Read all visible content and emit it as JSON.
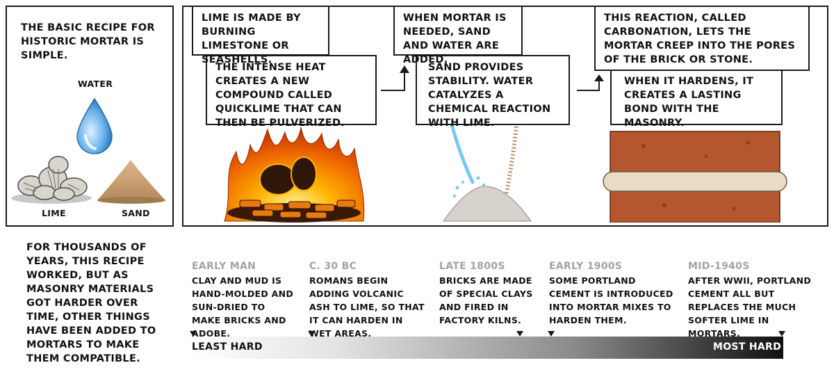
{
  "left_panel": {
    "intro": "THE BASIC RECIPE FOR HISTORIC MORTAR IS SIMPLE.",
    "labels": {
      "water": "WATER",
      "lime": "LIME",
      "sand": "SAND"
    }
  },
  "steps": [
    {
      "top": "LIME IS MADE BY BURNING LIMESTONE OR SEASHELLS.",
      "bottom": "THE INTENSE HEAT CREATES A NEW COMPOUND CALLED QUICKLIME THAT CAN THEN BE PULVERIZED."
    },
    {
      "top": "WHEN MORTAR IS NEEDED, SAND AND WATER ARE ADDED.",
      "bottom": "SAND PROVIDES STABILITY. WATER CATALYZES A CHEMICAL REACTION WITH LIME."
    },
    {
      "top": "THIS REACTION, CALLED CARBONATION, LETS THE MORTAR CREEP INTO THE PORES OF THE BRICK OR STONE.",
      "bottom": "WHEN IT HARDENS, IT CREATES A LASTING BOND WITH THE MASONRY."
    }
  ],
  "footnote": "FOR THOUSANDS OF YEARS, THIS RECIPE WORKED, BUT AS MASONRY MATERIALS GOT HARDER OVER TIME, OTHER THINGS HAVE BEEN ADDED TO MORTARS TO MAKE THEM COMPATIBLE.",
  "timeline": [
    {
      "era": "EARLY MAN",
      "text": "CLAY AND MUD IS HAND-MOLDED AND SUN-DRIED TO MAKE BRICKS AND ADOBE."
    },
    {
      "era": "C. 30 BC",
      "text": "ROMANS BEGIN ADDING VOLCANIC ASH TO LIME, SO THAT IT CAN HARDEN IN WET AREAS."
    },
    {
      "era": "LATE 1800S",
      "text": "BRICKS ARE MADE OF SPECIAL CLAYS AND FIRED IN FACTORY KILNS."
    },
    {
      "era": "EARLY 1900S",
      "text": "SOME PORTLAND CEMENT IS INTRODUCED INTO MORTAR MIXES TO HARDEN THEM."
    },
    {
      "era": "MID-1940S",
      "text": "AFTER WWII, PORTLAND CEMENT ALL BUT REPLACES THE MUCH SOFTER LIME IN MORTARS."
    }
  ],
  "scale": {
    "least": "LEAST HARD",
    "most": "MOST HARD"
  }
}
